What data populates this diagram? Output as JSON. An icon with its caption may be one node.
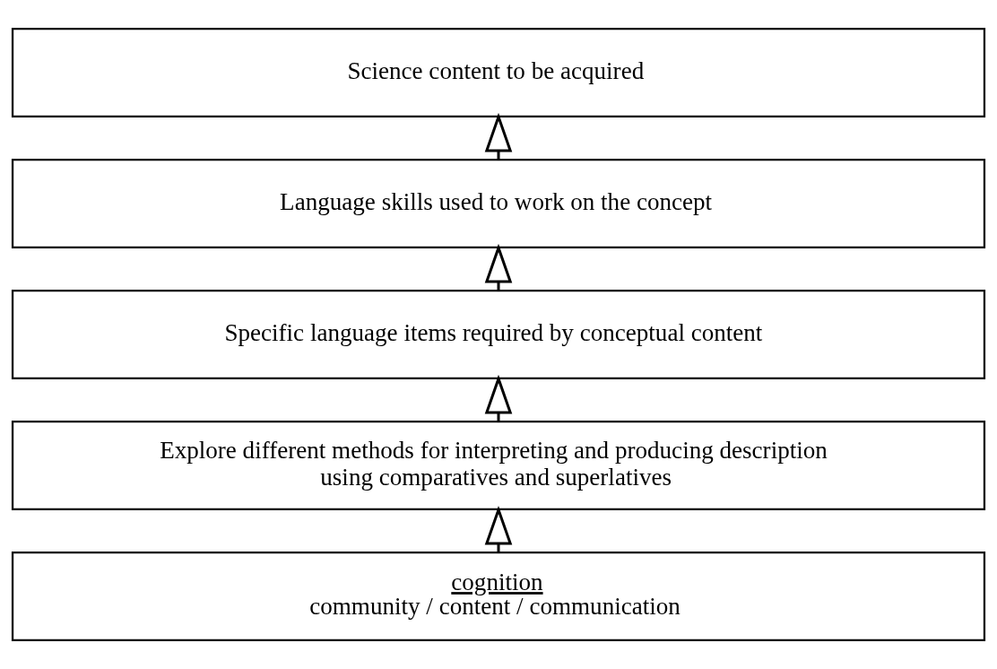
{
  "diagram": {
    "nodes": [
      {
        "text": [
          "Science content to be acquired"
        ]
      },
      {
        "text": [
          "Language skills used to work on the concept"
        ]
      },
      {
        "text": [
          "Specific language items required by conceptual content"
        ]
      },
      {
        "text": [
          "Explore different methods for interpreting and producing description using comparatives and superlatives"
        ]
      },
      {
        "text": [
          "cognition",
          "community / content / communication"
        ]
      }
    ],
    "edges": [
      {
        "from": 4,
        "to": 3,
        "arrow": "to"
      },
      {
        "from": 3,
        "to": 2,
        "arrow": "to"
      },
      {
        "from": 2,
        "to": 1,
        "arrow": "to"
      },
      {
        "from": 1,
        "to": 0,
        "arrow": "to"
      }
    ]
  }
}
